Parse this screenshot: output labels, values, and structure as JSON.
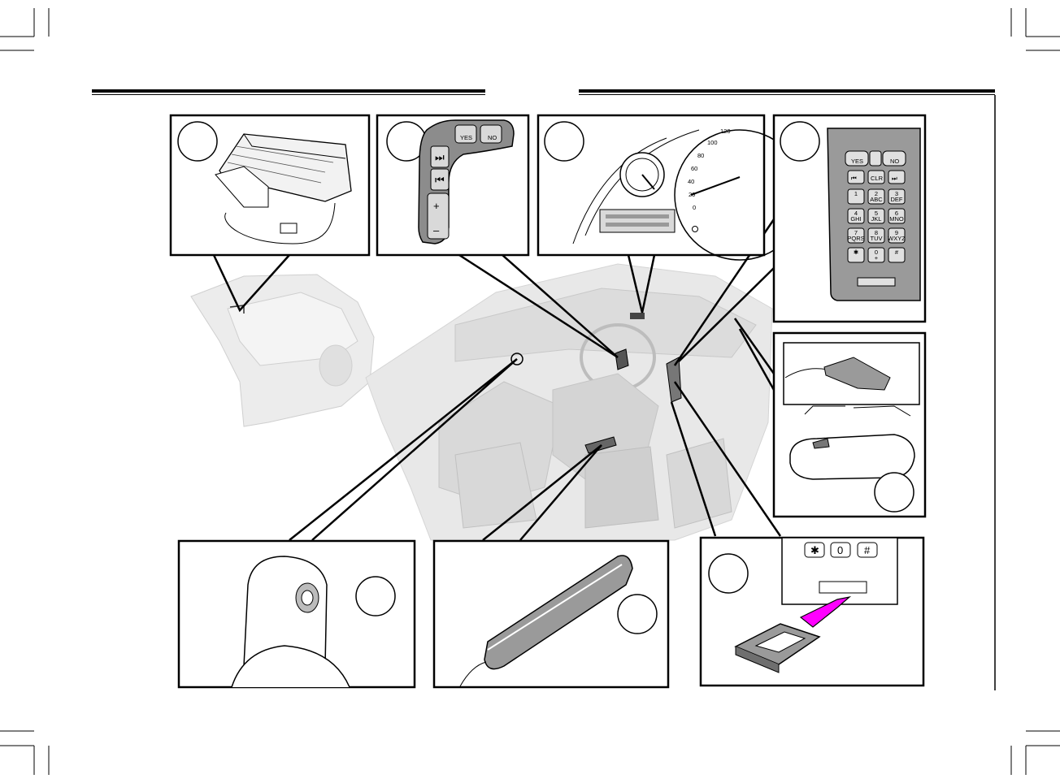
{
  "header_rule_color": "#000000",
  "ghost_fill": "#e6e6e6",
  "accent_arrow_color": "#ff00ff",
  "steering_buttons": {
    "yes": "YES",
    "no": "NO",
    "next": "⏭",
    "prev": "⏮",
    "plus": "+",
    "minus": "–"
  },
  "speedometer_ticks": [
    "120",
    "100",
    "80",
    "60",
    "40",
    "20",
    "0"
  ],
  "keypad": {
    "yes": "YES",
    "no": "NO",
    "clr": "CLR",
    "keys": [
      {
        "num": "1",
        "letters": ""
      },
      {
        "num": "2",
        "letters": "ABC"
      },
      {
        "num": "3",
        "letters": "DEF"
      },
      {
        "num": "4",
        "letters": "GHI"
      },
      {
        "num": "5",
        "letters": "JKL"
      },
      {
        "num": "6",
        "letters": "MNO"
      },
      {
        "num": "7",
        "letters": "PQRS"
      },
      {
        "num": "8",
        "letters": "TUV"
      },
      {
        "num": "9",
        "letters": "WXYZ"
      },
      {
        "num": "✱",
        "letters": ""
      },
      {
        "num": "0",
        "letters": "+"
      },
      {
        "num": "#",
        "letters": ""
      }
    ]
  },
  "sim_keys": [
    "✱",
    "0",
    "#"
  ]
}
